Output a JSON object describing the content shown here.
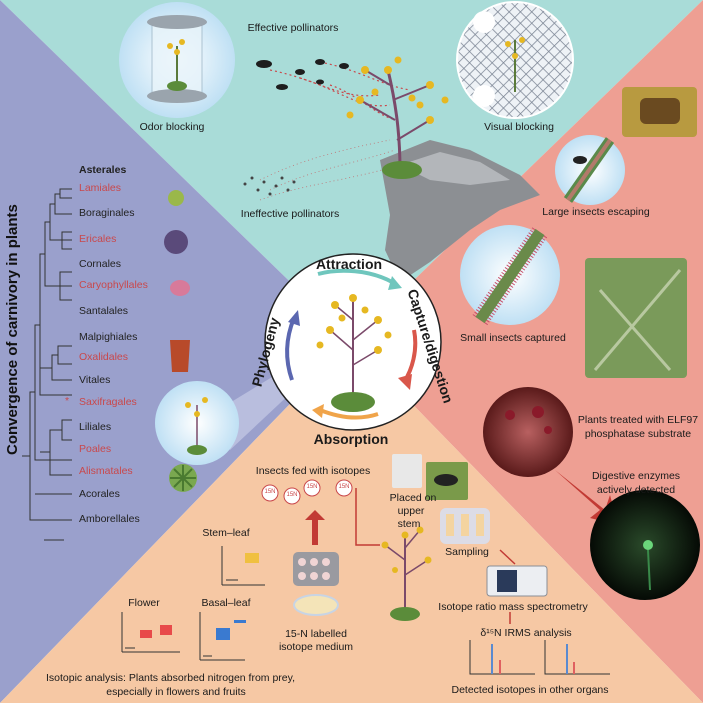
{
  "palette": {
    "top_teal": "#a9dcd8",
    "left_purple": "#9aa0cc",
    "right_salmon": "#ee9f93",
    "bottom_peach": "#f6c8a4",
    "highlight_red": "#c9484b"
  },
  "top_panel": {
    "odor_blocking": "Odor blocking",
    "effective_pollinators": "Effective pollinators",
    "visual_blocking": "Visual blocking",
    "ineffective_pollinators": "Ineffective pollinators"
  },
  "left_panel": {
    "title": "Convergence of carnivory in plants",
    "orders": [
      {
        "name": "Asterales",
        "carnivorous": false,
        "bold": true
      },
      {
        "name": "Lamiales",
        "carnivorous": true
      },
      {
        "name": "Boraginales",
        "carnivorous": false
      },
      {
        "name": "Ericales",
        "carnivorous": true
      },
      {
        "name": "Cornales",
        "carnivorous": false
      },
      {
        "name": "Caryophyllales",
        "carnivorous": true
      },
      {
        "name": "Santalales",
        "carnivorous": false
      },
      {
        "name": "Malpighiales",
        "carnivorous": false
      },
      {
        "name": "Oxalidales",
        "carnivorous": true
      },
      {
        "name": "Vitales",
        "carnivorous": false
      },
      {
        "name": "Saxifragales",
        "carnivorous": true,
        "marker": "*"
      },
      {
        "name": "Liliales",
        "carnivorous": false
      },
      {
        "name": "Poales",
        "carnivorous": true
      },
      {
        "name": "Alismatales",
        "carnivorous": true
      },
      {
        "name": "Acorales",
        "carnivorous": false
      },
      {
        "name": "Amborellales",
        "carnivorous": false
      }
    ]
  },
  "center": {
    "attraction": "Attraction",
    "capture": "Capture/digestion",
    "absorption": "Absorption",
    "phylogeny": "Phylogeny"
  },
  "right_panel": {
    "large_insects": "Large insects escaping",
    "small_insects": "Small insects captured",
    "elf97_line1": "Plants treated with ELF97",
    "elf97_line2": "phosphatase substrate",
    "enzymes_line1": "Digestive enzymes",
    "enzymes_line2": "actively detected"
  },
  "bottom_panel": {
    "insects_fed": "Insects fed with isotopes",
    "isotope_symbol": "15N",
    "placed_line1": "Placed on",
    "placed_line2": "upper",
    "placed_line3": "stem",
    "stem_leaf": "Stem–leaf",
    "flower": "Flower",
    "basal_leaf": "Basal–leaf",
    "medium_line1": "15-N labelled",
    "medium_line2": "isotope medium",
    "sampling": "Sampling",
    "irms": "Isotope ratio mass spectrometry",
    "analysis": "δ¹⁵N IRMS analysis",
    "isotopic_line1": "Isotopic analysis: Plants absorbed nitrogen from prey,",
    "isotopic_line2": "especially in flowers and fruits",
    "detected": "Detected isotopes in other organs"
  }
}
